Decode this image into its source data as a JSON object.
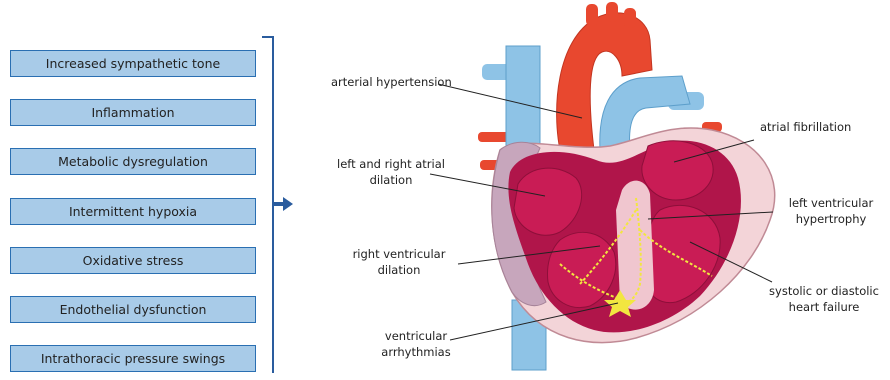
{
  "mechanisms": [
    "Increased sympathetic tone",
    "Inflammation",
    "Metabolic dysregulation",
    "Intermittent hypoxia",
    "Oxidative stress",
    "Endothelial dysfunction",
    "Intrathoracic pressure swings"
  ],
  "labels": {
    "arterial_hypertension": "arterial hypertension",
    "atrial_dilation": "left and right atrial\ndilation",
    "rv_dilation": "right ventricular\ndilation",
    "ventricular_arrhythmias": "ventricular\narrhythmias",
    "atrial_fibrillation": "atrial fibrillation",
    "lv_hypertrophy": "left ventricular\nhypertrophy",
    "heart_failure": "systolic or diastolic\nheart failure"
  },
  "colors": {
    "box_fill": "#a8cbe8",
    "box_border": "#2a6fb2",
    "bracket": "#2a5c9e",
    "aorta": "#e8482f",
    "vessel_blue": "#8ec3e6",
    "myocardium": "#b0154a",
    "chamber": "#c91c55",
    "conduction": "#f2e640"
  }
}
